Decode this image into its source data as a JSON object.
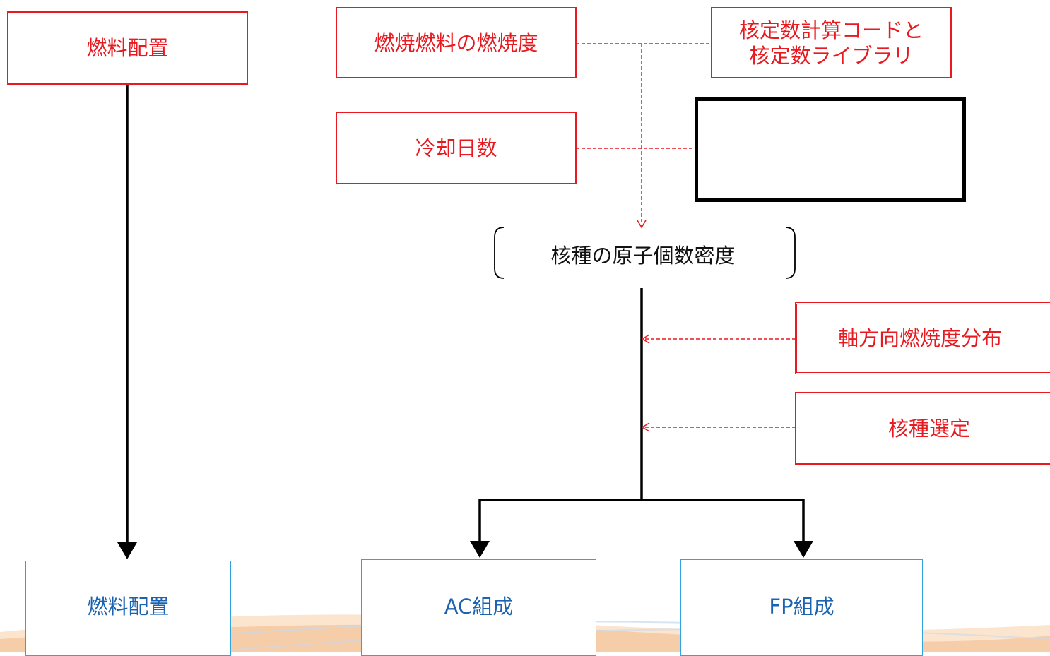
{
  "inputs": {
    "fuel_placement": "燃料配置",
    "burnup": "燃焼燃料の燃焼度",
    "nuclear_data_line1": "核定数計算コードと",
    "nuclear_data_line2": "核定数ライブラリ",
    "cooling_days": "冷却日数",
    "axial_burnup": "軸方向燃焼度分布",
    "nuclide_selection": "核種選定"
  },
  "center": {
    "number_density": "核種の原子個数密度"
  },
  "outputs": {
    "fuel_placement": "燃料配置",
    "ac": "AC組成",
    "fp": "FP組成"
  },
  "colors": {
    "input": "#e8191f",
    "output_border": "#31a4de",
    "output_text": "#1b63b0",
    "main_line": "#000000",
    "decor": "#f2b98a"
  }
}
